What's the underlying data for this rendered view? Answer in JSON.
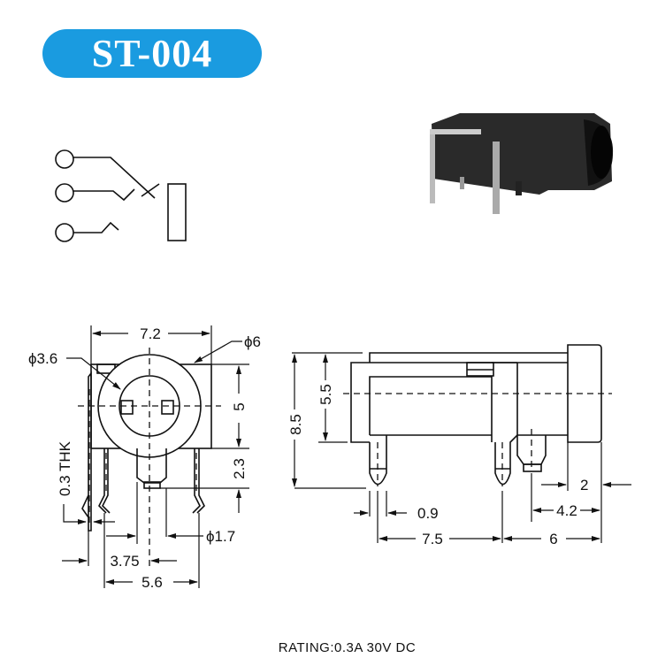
{
  "title": "ST-004",
  "front_view": {
    "width": "7.2",
    "outer_diameter": "ϕ6",
    "inner_diameter": "ϕ3.6",
    "body_height": "5",
    "stem_height": "2.3",
    "thickness": "0.3 THK",
    "pin_diameter": "ϕ1.7",
    "center_offset": "3.75",
    "pin_spacing": "5.6"
  },
  "side_view": {
    "total_height": "8.5",
    "body_height": "5.5",
    "pin_width": "0.9",
    "pin_spacing": "7.5",
    "front_to_pin": "6",
    "front_to_post": "4.2",
    "cap_depth": "2"
  },
  "rating": "RATING:0.3A 30V DC",
  "colors": {
    "title_bg": "#1a9be0",
    "line": "#111111"
  }
}
